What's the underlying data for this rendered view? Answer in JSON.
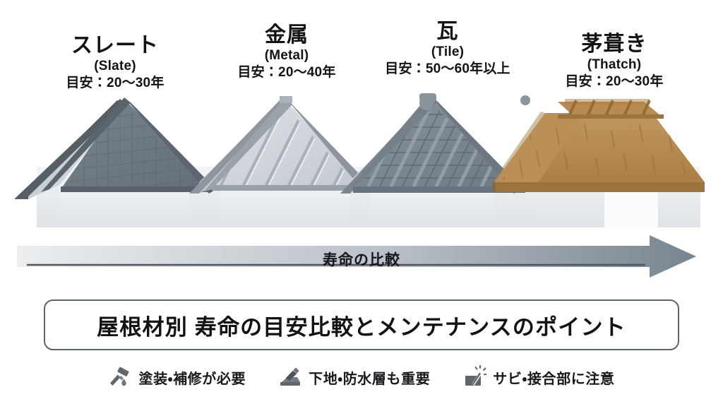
{
  "page": {
    "background": "#ffffff",
    "title": "屋根材別 寿命の目安比較とメンテナンスのポイント"
  },
  "roofs": [
    {
      "name_jp": "スレート",
      "name_en": "(Slate)",
      "lifespan": "目安：20〜30年",
      "roof_color": "#6f7a82",
      "accent_color": "#4b555c"
    },
    {
      "name_jp": "金属",
      "name_en": "(Metal)",
      "lifespan": "目安：20〜40年",
      "roof_color": "#cfd4d9",
      "accent_color": "#98a1a9"
    },
    {
      "name_jp": "瓦",
      "name_en": "(Tile)",
      "lifespan": "目安：50〜60年以上",
      "roof_color": "#7e8892",
      "accent_color": "#5b646d"
    },
    {
      "name_jp": "茅葺き",
      "name_en": "(Thatch)",
      "lifespan": "目安：20〜30年",
      "roof_color": "#b5894f",
      "accent_color": "#8c6634"
    }
  ],
  "arrow": {
    "caption": "寿命の比較",
    "start_color": "#eceef0",
    "end_color": "#78848f",
    "direction": "right"
  },
  "legend": [
    {
      "icon": "paint-roller-icon",
      "label": "塗装・補修が必要"
    },
    {
      "icon": "trowel-substrate-icon",
      "label": "下地・防水層も重要"
    },
    {
      "icon": "hammer-impact-icon",
      "label": "サビ・接合部に注意"
    }
  ]
}
